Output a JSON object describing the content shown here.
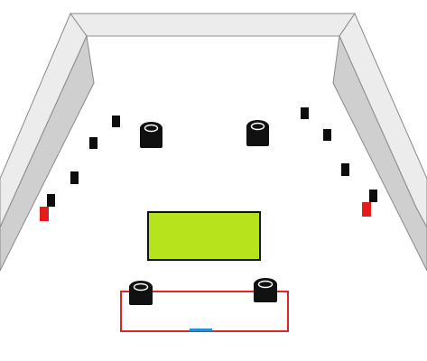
{
  "colors": {
    "background": "#ffffff",
    "wall_top": "#ececec",
    "wall_side": "#c9c9c9",
    "wall_outline": "#8a8a8a",
    "post": "#0d0d0d",
    "red_marker": "#e31b1b",
    "green_panel": "#b6e31c",
    "panel_border": "#111111",
    "drum_body": "#111111",
    "drum_ring": "#ffffff",
    "zone_outline": "#e02424",
    "zone_marker": "#2b8fd6"
  },
  "scene": {
    "walls": [
      "left-wall",
      "back-wall",
      "right-wall"
    ],
    "posts": {
      "left": [
        "post-left-1",
        "post-left-2",
        "post-left-3",
        "post-left-4"
      ],
      "right": [
        "post-right-1",
        "post-right-2",
        "post-right-3",
        "post-right-4"
      ]
    },
    "red_markers": [
      "red-marker-left",
      "red-marker-right"
    ],
    "drums": [
      "drum-back-left",
      "drum-back-right",
      "drum-front-left",
      "drum-front-right"
    ],
    "panel": "green-panel",
    "zone": "red-zone",
    "zone_marker": "blue-marker"
  }
}
